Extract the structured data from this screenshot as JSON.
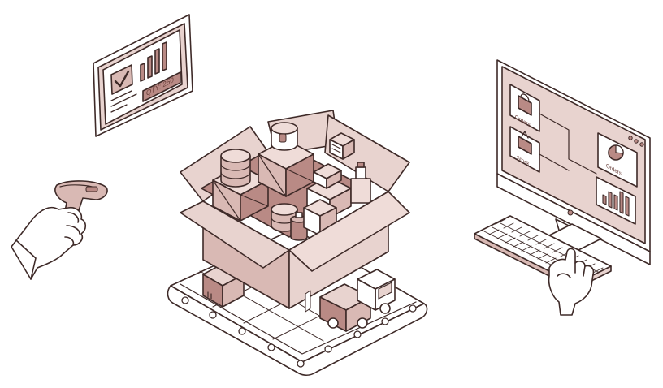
{
  "colors": {
    "outline": "#3e2a28",
    "accent": "#b98a85",
    "accent_light": "#d9b9b4",
    "accent_pale": "#efdcd8",
    "white": "#ffffff"
  },
  "tablet": {
    "qty_label": "QTY: 250",
    "icons": [
      "checkbox-icon",
      "bar-chart-icon"
    ]
  },
  "monitor": {
    "panels": {
      "orders_left": "Orders",
      "stock": "Stock",
      "orders_right": "Orders"
    },
    "icons": [
      "shopping-bag-icon",
      "stock-box-icon",
      "pie-chart-icon",
      "bar-chart-icon",
      "apple-logo-icon"
    ]
  },
  "scene_icons": [
    "barcode-scanner-icon",
    "hand-icon",
    "open-box-icon",
    "conveyor-belt-icon",
    "delivery-truck-icon",
    "keyboard-icon",
    "typing-hand-icon"
  ]
}
